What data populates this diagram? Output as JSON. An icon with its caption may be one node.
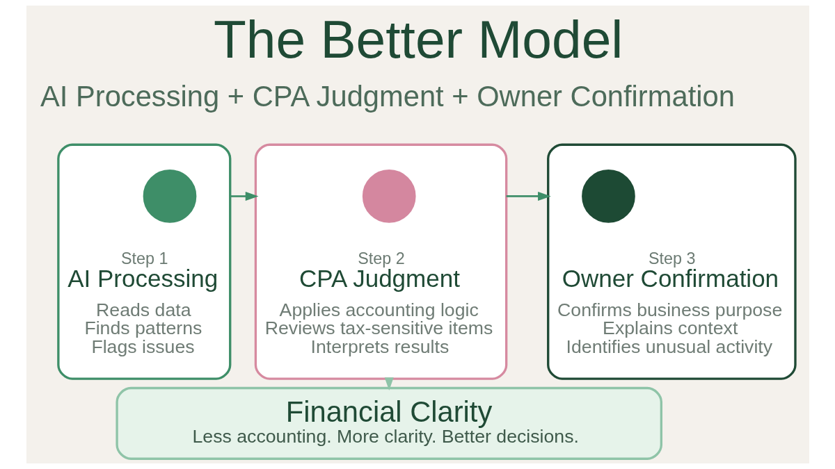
{
  "diagram": {
    "title": "The Better Model",
    "nodes": [
      {
        "text": [
          "Step 1",
          "AI Processing",
          "Reads data",
          "Finds patterns",
          "Flags issues"
        ]
      },
      {
        "text": [],
        "shape": "circle",
        "in": 0
      },
      {
        "text": [
          "Step 2",
          "CPA Judgment",
          "Applies accounting logic",
          "Reviews tax-sensitive items",
          "Interprets results"
        ]
      },
      {
        "text": [],
        "shape": "circle",
        "in": 2
      },
      {
        "text": [
          "Step 3",
          "Owner Confirmation",
          "Confirms business purpose",
          "Explains context",
          "Identifies unusual activity"
        ]
      },
      {
        "text": [],
        "shape": "circle",
        "in": 4
      },
      {
        "text": [
          "Financial Clarity",
          "Less accounting. More clarity. Better decisions."
        ]
      }
    ],
    "edges": [
      {
        "from": 0,
        "to": 2,
        "arrow": "to"
      },
      {
        "from": 2,
        "to": 4,
        "arrow": "to"
      },
      {
        "from": 2,
        "to": 6,
        "arrow": "to",
        "color": "#8fc4a8"
      }
    ],
    "labels": [
      "AI Processing + CPA Judgment + Owner Confirmation"
    ]
  }
}
